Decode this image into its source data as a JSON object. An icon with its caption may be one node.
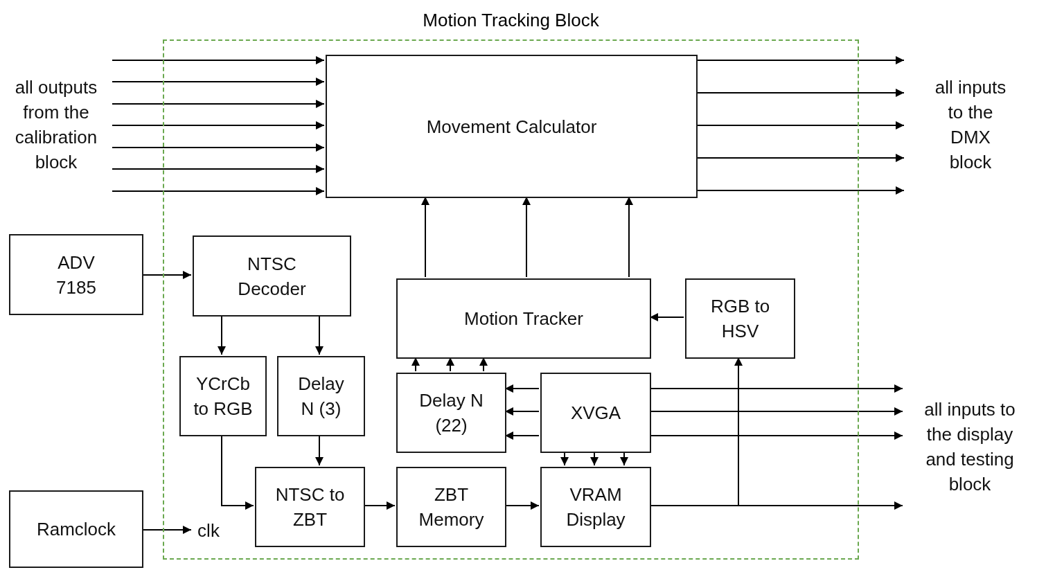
{
  "diagram": {
    "nodes": [
      {
        "text": [
          "Motion Tracking Block"
        ]
      },
      {
        "text": [
          "all outputs from the calibration block"
        ]
      },
      {
        "text": [
          "Movement Calculator"
        ],
        "in": 0
      },
      {
        "text": [
          "all inputs to the DMX block"
        ]
      },
      {
        "text": [
          "ADV 7185"
        ]
      },
      {
        "text": [
          "NTSC Decoder"
        ],
        "in": 0
      },
      {
        "text": [
          "Motion Tracker"
        ],
        "in": 0
      },
      {
        "text": [
          "RGB to HSV"
        ],
        "in": 0
      },
      {
        "text": [
          "YCrCb to RGB"
        ],
        "in": 0
      },
      {
        "text": [
          "Delay N (3)"
        ],
        "in": 0
      },
      {
        "text": [
          "Delay N (22)"
        ],
        "in": 0
      },
      {
        "text": [
          "XVGA"
        ],
        "in": 0
      },
      {
        "text": [
          "all inputs to the display and testing block"
        ]
      },
      {
        "text": [
          "NTSC to ZBT"
        ],
        "in": 0
      },
      {
        "text": [
          "ZBT Memory"
        ],
        "in": 0
      },
      {
        "text": [
          "VRAM Display"
        ],
        "in": 0
      },
      {
        "text": [
          "Ramclock"
        ]
      },
      {
        "text": [
          "clk"
        ],
        "in": 0
      }
    ],
    "edges": [
      {
        "from": 1,
        "to": 2,
        "arrow": "to"
      },
      {
        "from": 1,
        "to": 2,
        "arrow": "to"
      },
      {
        "from": 1,
        "to": 2,
        "arrow": "to"
      },
      {
        "from": 1,
        "to": 2,
        "arrow": "to"
      },
      {
        "from": 1,
        "to": 2,
        "arrow": "to"
      },
      {
        "from": 1,
        "to": 2,
        "arrow": "to"
      },
      {
        "from": 1,
        "to": 2,
        "arrow": "to"
      },
      {
        "from": 2,
        "to": 3,
        "arrow": "to"
      },
      {
        "from": 2,
        "to": 3,
        "arrow": "to"
      },
      {
        "from": 2,
        "to": 3,
        "arrow": "to"
      },
      {
        "from": 2,
        "to": 3,
        "arrow": "to"
      },
      {
        "from": 2,
        "to": 3,
        "arrow": "to"
      },
      {
        "from": 4,
        "to": 5,
        "arrow": "to"
      },
      {
        "from": 5,
        "to": 8,
        "arrow": "to"
      },
      {
        "from": 5,
        "to": 9,
        "arrow": "to"
      },
      {
        "from": 8,
        "to": 13,
        "arrow": "to"
      },
      {
        "from": 9,
        "to": 13,
        "arrow": "to"
      },
      {
        "from": 13,
        "to": 14,
        "arrow": "to"
      },
      {
        "from": 14,
        "to": 15,
        "arrow": "to"
      },
      {
        "from": 15,
        "to": 7,
        "arrow": "to"
      },
      {
        "from": 15,
        "to": 12,
        "arrow": "to"
      },
      {
        "from": 7,
        "to": 6,
        "arrow": "to"
      },
      {
        "from": 6,
        "to": 2,
        "arrow": "to"
      },
      {
        "from": 6,
        "to": 2,
        "arrow": "to"
      },
      {
        "from": 6,
        "to": 2,
        "arrow": "to"
      },
      {
        "from": 10,
        "to": 6,
        "arrow": "to"
      },
      {
        "from": 10,
        "to": 6,
        "arrow": "to"
      },
      {
        "from": 10,
        "to": 6,
        "arrow": "to"
      },
      {
        "from": 11,
        "to": 10,
        "arrow": "to"
      },
      {
        "from": 11,
        "to": 10,
        "arrow": "to"
      },
      {
        "from": 11,
        "to": 10,
        "arrow": "to"
      },
      {
        "from": 11,
        "to": 15,
        "arrow": "to"
      },
      {
        "from": 11,
        "to": 15,
        "arrow": "to"
      },
      {
        "from": 11,
        "to": 15,
        "arrow": "to"
      },
      {
        "from": 11,
        "to": 12,
        "arrow": "to"
      },
      {
        "from": 11,
        "to": 12,
        "arrow": "to"
      },
      {
        "from": 11,
        "to": 12,
        "arrow": "to"
      },
      {
        "from": 16,
        "to": 17,
        "arrow": "to"
      }
    ]
  }
}
